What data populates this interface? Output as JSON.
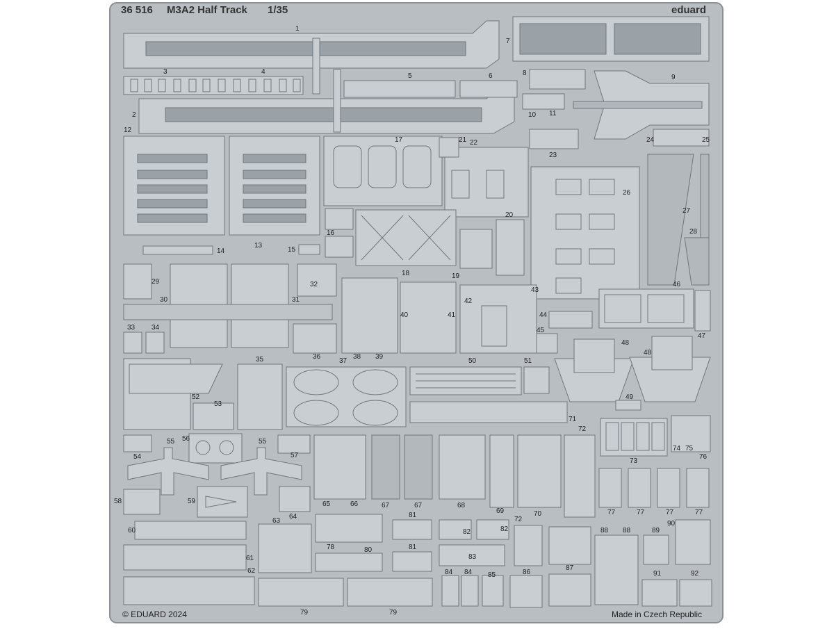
{
  "sheet": {
    "catalog_number": "36 516",
    "title": "M3A2 Half Track",
    "scale": "1/35",
    "brand": "eduard",
    "copyright": "© EDUARD 2024",
    "origin": "Made in Czech Republic"
  },
  "part_numbers": [
    "1",
    "2",
    "3",
    "4",
    "5",
    "6",
    "7",
    "8",
    "9",
    "10",
    "11",
    "12",
    "13",
    "14",
    "15",
    "16",
    "17",
    "18",
    "19",
    "20",
    "21",
    "22",
    "23",
    "24",
    "25",
    "26",
    "27",
    "28",
    "29",
    "30",
    "31",
    "32",
    "33",
    "34",
    "35",
    "36",
    "37",
    "38",
    "39",
    "40",
    "41",
    "42",
    "43",
    "44",
    "45",
    "46",
    "47",
    "48",
    "49",
    "50",
    "51",
    "52",
    "53",
    "54",
    "55",
    "56",
    "57",
    "58",
    "59",
    "60",
    "61",
    "62",
    "63",
    "64",
    "65",
    "66",
    "67",
    "68",
    "69",
    "70",
    "71",
    "72",
    "73",
    "74",
    "75",
    "76",
    "77",
    "78",
    "79",
    "80",
    "81",
    "82",
    "83",
    "84",
    "85",
    "86",
    "87",
    "88",
    "89",
    "90",
    "91",
    "92"
  ],
  "colors": {
    "fret": "#b9bec2",
    "part_fill": "#c9ced2",
    "outline": "#6f767c",
    "text": "#222222"
  }
}
